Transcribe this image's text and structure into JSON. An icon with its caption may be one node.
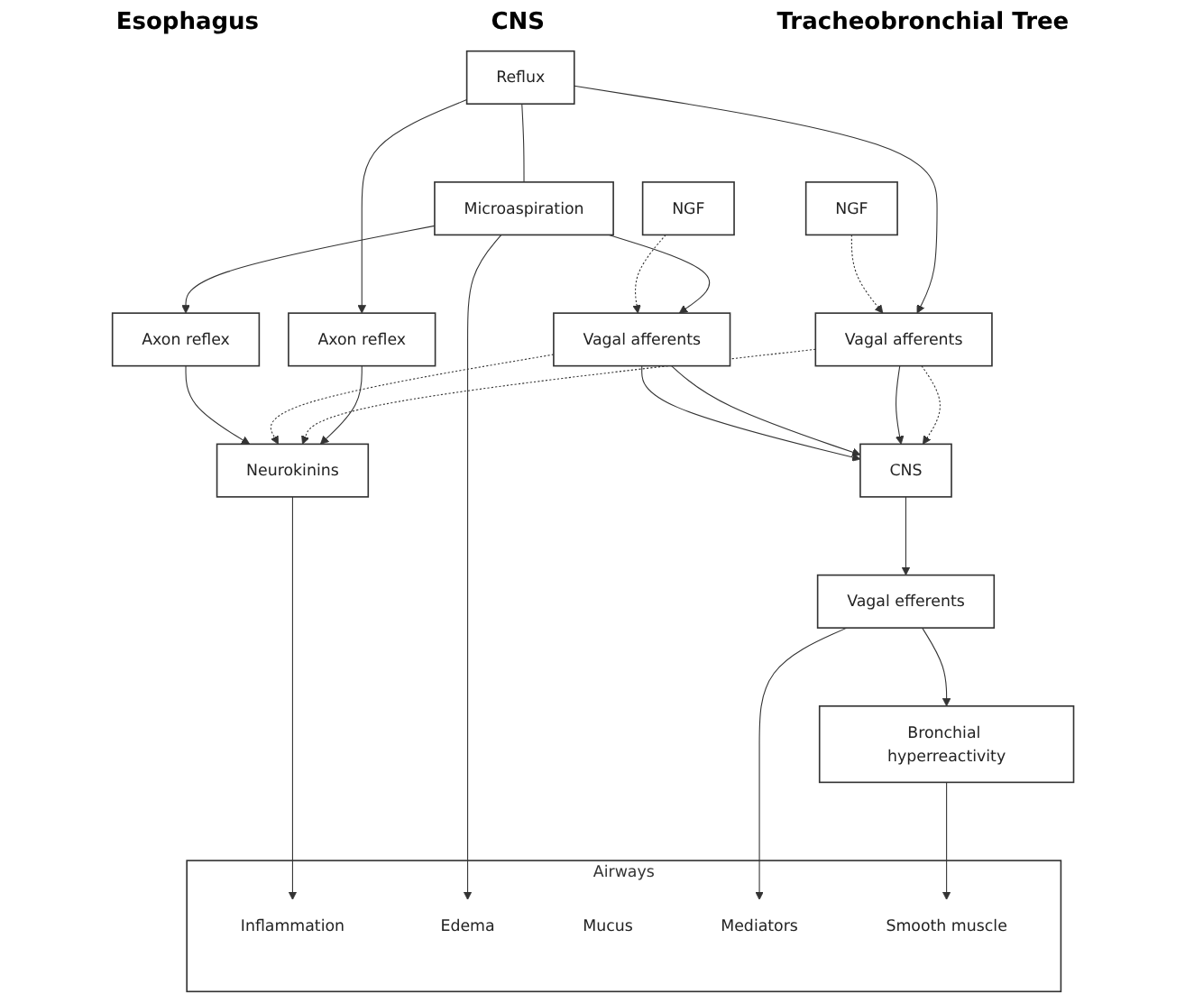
{
  "diagram": {
    "nodes": [
      {
        "text": [
          "Airways"
        ]
      },
      {
        "text": [
          "Inflammation"
        ],
        "in": 0
      },
      {
        "text": [
          "Edema"
        ],
        "in": 0
      },
      {
        "text": [
          "Mucus"
        ],
        "in": 0
      },
      {
        "text": [
          "Mediators"
        ],
        "in": 0
      },
      {
        "text": [
          "Smooth muscle"
        ],
        "in": 0
      },
      {
        "text": [
          "Axon reflex"
        ]
      },
      {
        "text": [
          "Neurokinins"
        ]
      },
      {
        "text": [
          "Axon reflex"
        ]
      },
      {
        "text": [
          "Reflux"
        ]
      },
      {
        "text": [
          "Microaspiration"
        ]
      },
      {
        "text": [
          "NGF"
        ]
      },
      {
        "text": [
          "Vagal afferents"
        ]
      },
      {
        "text": [
          "CNS"
        ]
      },
      {
        "text": [
          "Vagal afferents"
        ]
      },
      {
        "text": [
          "Vagal efferents"
        ]
      },
      {
        "text": [
          "NGF"
        ]
      },
      {
        "text": [
          "Bronchial hyperreactivity"
        ]
      }
    ],
    "edges": [
      {
        "from": 6,
        "to": 7,
        "arrow": "to"
      },
      {
        "from": 12,
        "to": 7,
        "arrow": "to",
        "style": "dashed"
      },
      {
        "from": 14,
        "to": 7,
        "arrow": "to",
        "style": "dashed"
      },
      {
        "from": 7,
        "to": 1,
        "arrow": "to"
      },
      {
        "from": 8,
        "to": 7,
        "arrow": "to"
      },
      {
        "from": 9,
        "to": 6,
        "arrow": "to"
      },
      {
        "from": 9,
        "to": 12,
        "arrow": "to"
      },
      {
        "from": 9,
        "to": 10,
        "arrow": "none"
      },
      {
        "from": 10,
        "to": 2,
        "arrow": "to"
      },
      {
        "from": 10,
        "to": 8,
        "arrow": "to"
      },
      {
        "from": 10,
        "to": 14,
        "arrow": "to"
      },
      {
        "from": 11,
        "to": 14,
        "arrow": "to",
        "style": "dashed"
      },
      {
        "from": 16,
        "to": 12,
        "arrow": "to",
        "style": "dashed"
      },
      {
        "from": 12,
        "to": 13,
        "arrow": "to",
        "style": "dashed"
      },
      {
        "from": 12,
        "to": 13,
        "arrow": "to"
      },
      {
        "from": 14,
        "to": 13,
        "arrow": "to"
      },
      {
        "from": 14,
        "to": 13,
        "arrow": "to"
      },
      {
        "from": 13,
        "to": 15,
        "arrow": "to"
      },
      {
        "from": 15,
        "to": 4,
        "arrow": "to"
      },
      {
        "from": 15,
        "to": 17,
        "arrow": "to"
      },
      {
        "from": 17,
        "to": 5,
        "arrow": "to"
      }
    ],
    "labels": [
      "Esophagus",
      "CNS",
      "Tracheobronchial Tree"
    ]
  }
}
